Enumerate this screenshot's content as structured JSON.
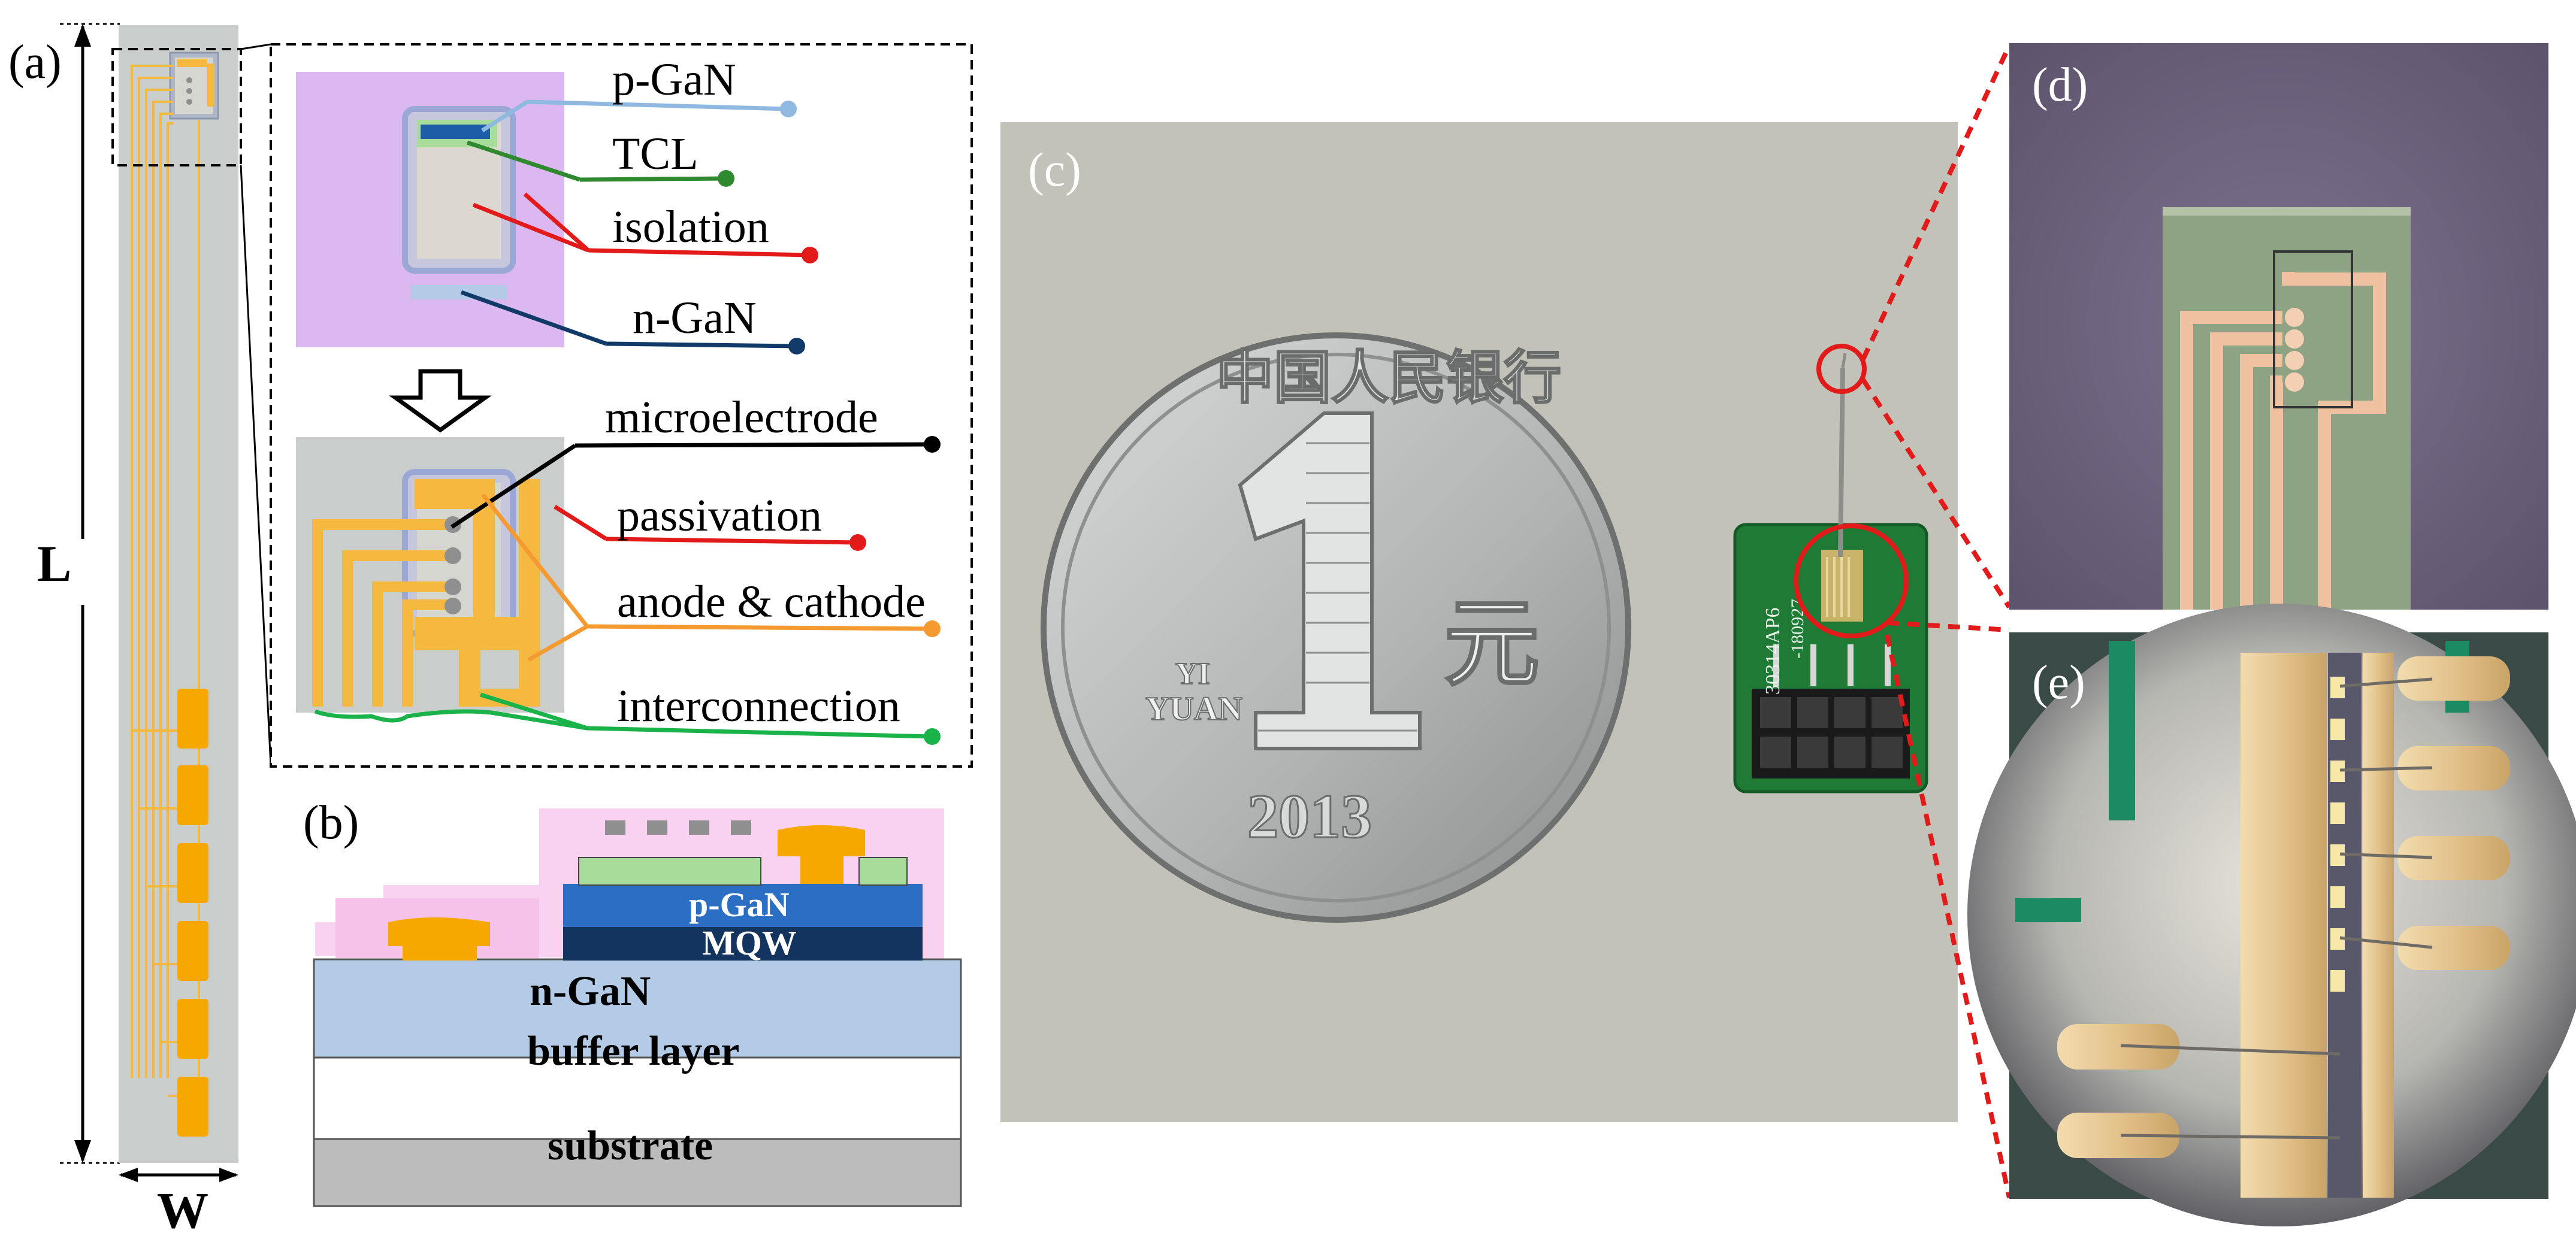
{
  "panels": {
    "a": "(a)",
    "b": "(b)",
    "c": "(c)",
    "d": "(d)",
    "e": "(e)"
  },
  "dimensions": {
    "length": "L",
    "width": "W"
  },
  "legend_a": {
    "p_gan": "p-GaN",
    "tcl": "TCL",
    "isolation": "isolation",
    "n_gan": "n-GaN",
    "microelectrode": "microelectrode",
    "passivation": "passivation",
    "anode_cathode": "anode & cathode",
    "interconnection": "interconnection"
  },
  "layers_b": {
    "p_gan": "p-GaN",
    "mqw": "MQW",
    "n_gan": "n-GaN",
    "buffer": "buffer layer",
    "substrate": "substrate"
  },
  "coin": {
    "numeral": "1",
    "yi": "YI",
    "yuan": "YUAN",
    "year": "2013",
    "yuan_char": "元",
    "inscription": "中国人民银行"
  },
  "pcb": {
    "marking_1": "30314AP6",
    "marking_2": "-180927"
  },
  "colors": {
    "probe_gray": "#c9cdcc",
    "gold_trace": "#f6b940",
    "lavender": "#dcb8f0",
    "p_gan_blue": "#2a6fc3",
    "mqw_navy": "#13345e",
    "n_gan_light": "#b4cbe8",
    "substrate_gray": "#bcbcbc",
    "pink_passivation": "#f8d2f0",
    "green_tcl": "#a8dc9a",
    "red": "#e21a1a",
    "orange": "#f59a30",
    "black": "#000000",
    "light_blue": "#8fb9e0",
    "dark_green": "#2f8a2f",
    "navy": "#123a68",
    "bright_green": "#1ab34a"
  }
}
